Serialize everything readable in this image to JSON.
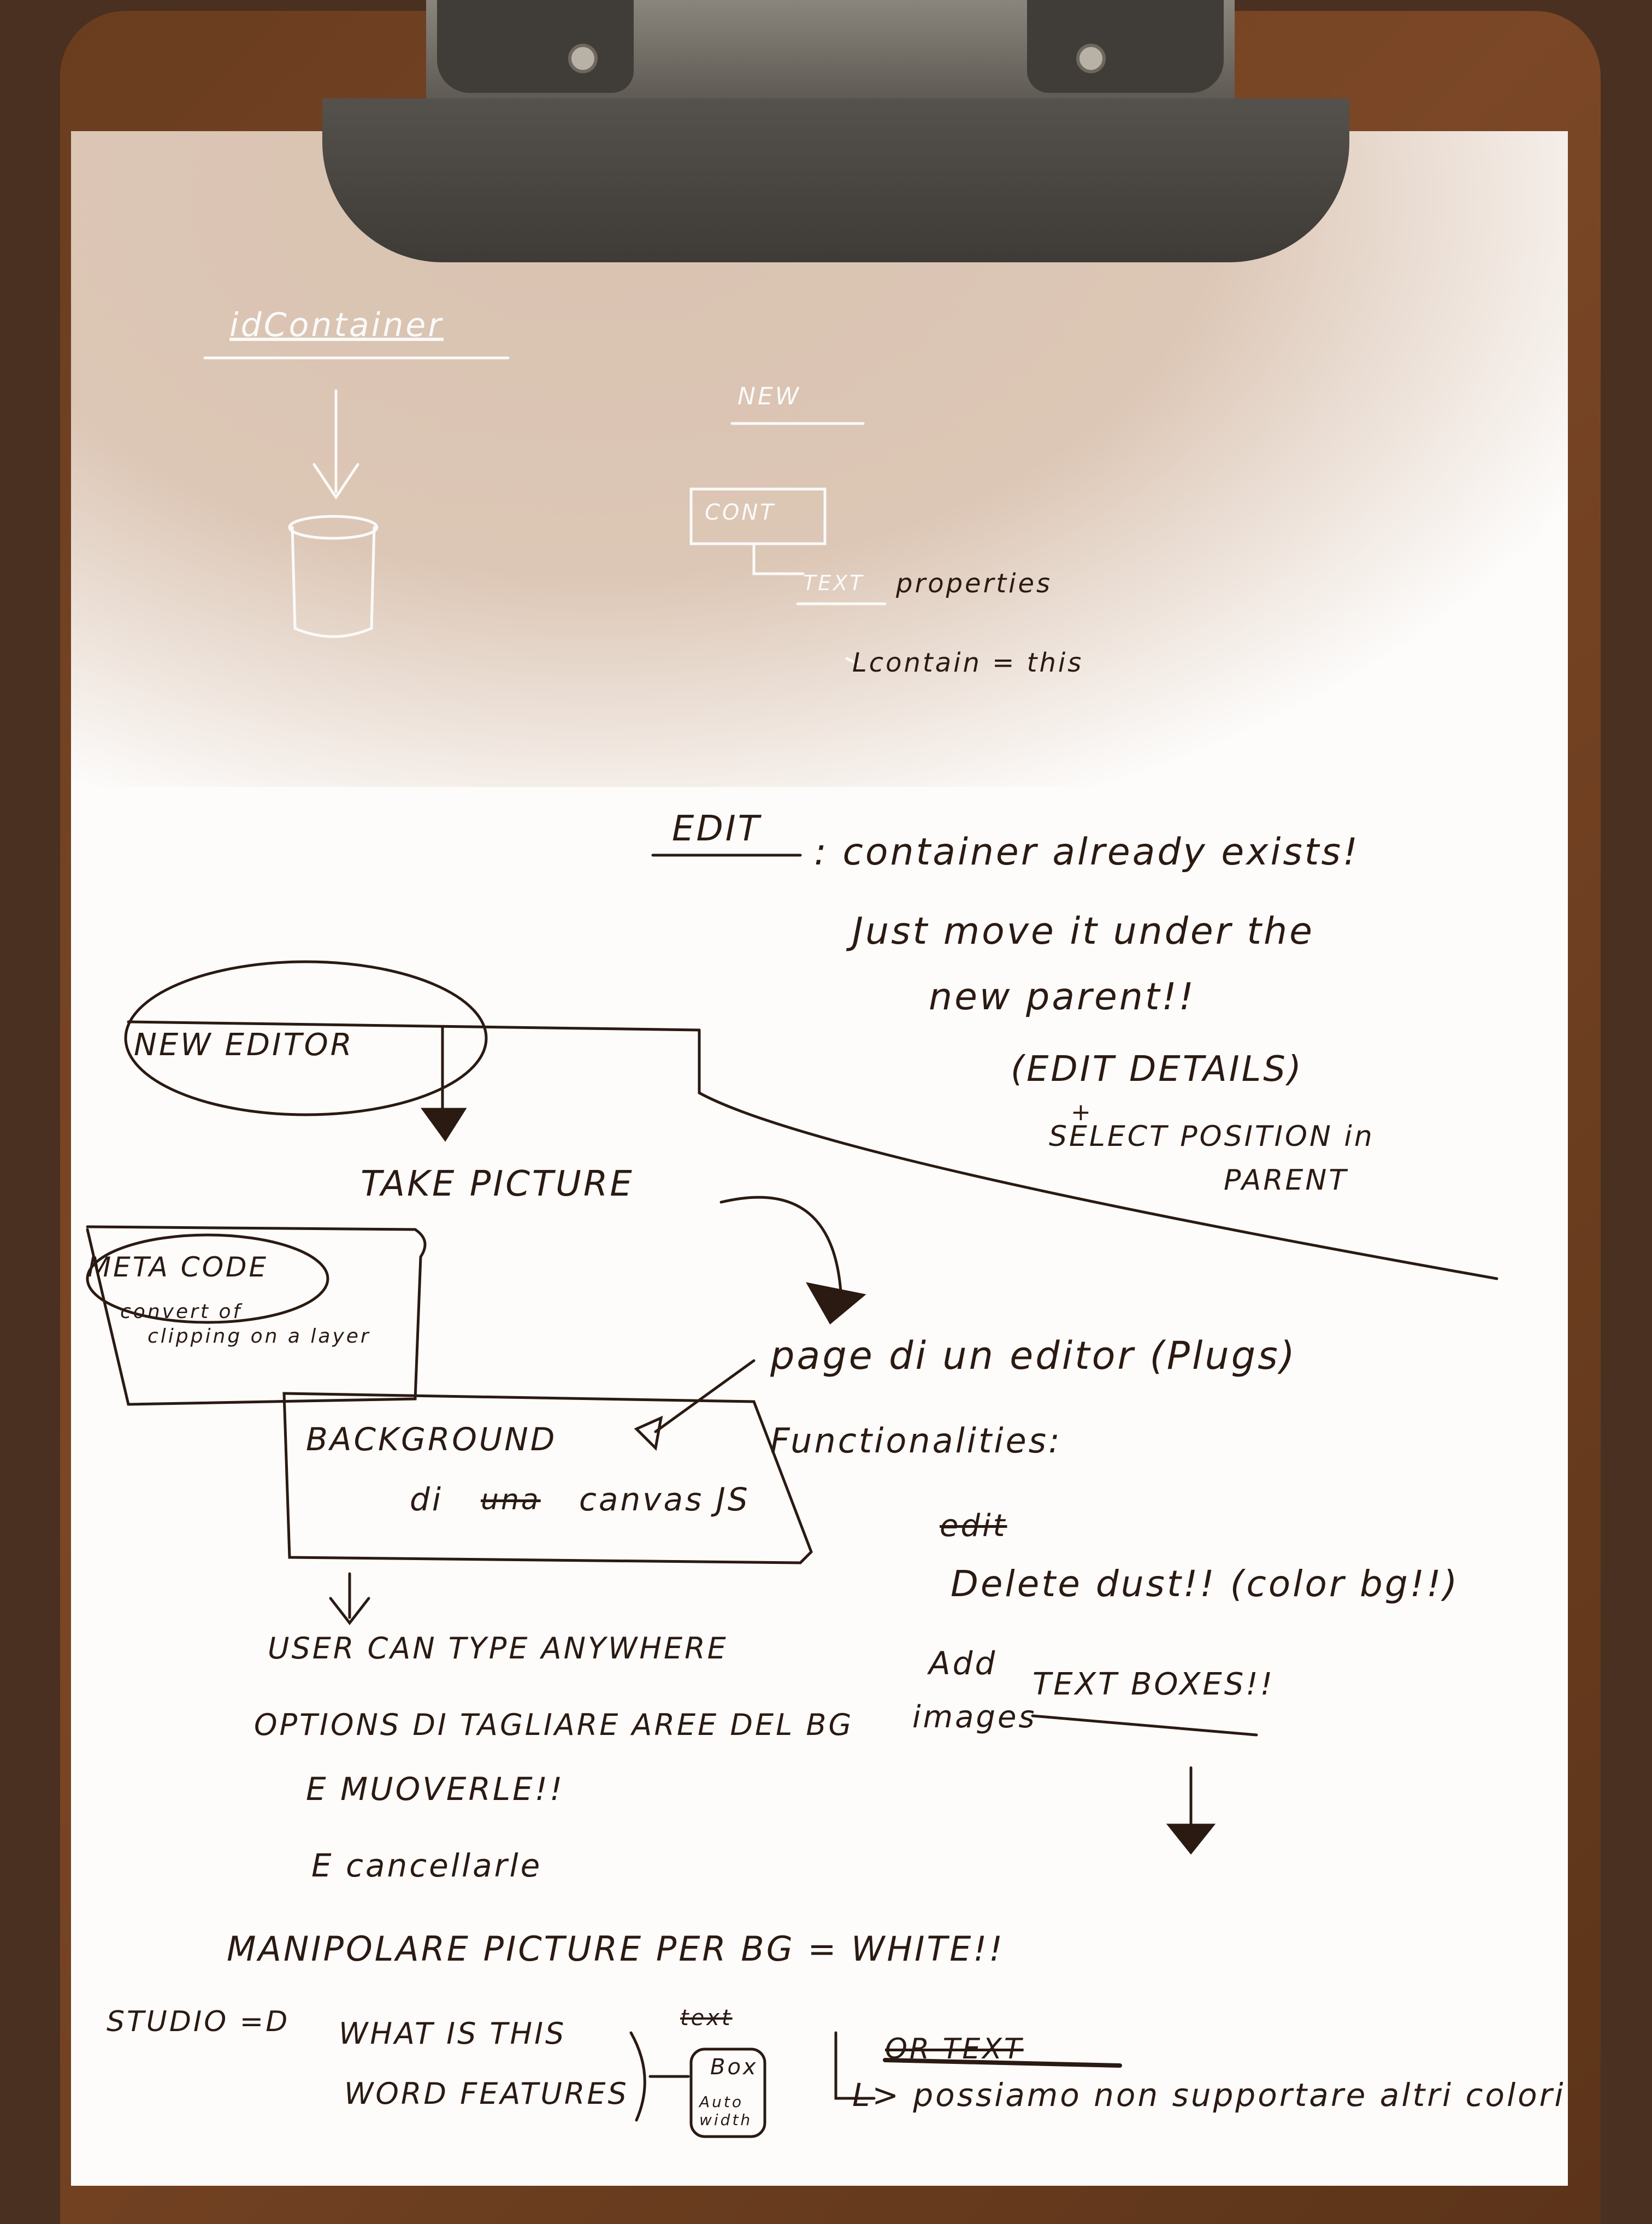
{
  "notes": {
    "title_top": "idContainer",
    "new_label": "NEW",
    "cont_label": "CONT",
    "text_label": "TEXT",
    "properties": "properties",
    "contain_this": "Lcontain = this",
    "edit_label": "EDIT",
    "edit_line1": ": container already exists!",
    "edit_line2": "Just move it under the",
    "edit_line3": "new parent!!",
    "edit_details": "(EDIT DETAILS)",
    "plus": "+",
    "select_position": "SELECT POSITION in",
    "parent": "PARENT",
    "new_editor": "NEW EDITOR",
    "take_picture": "TAKE PICTURE",
    "meta_code": "META CODE",
    "meta_sub1": "convert of",
    "meta_sub2": "clipping on a layer",
    "page_editor": "page di un editor (Plugs)",
    "background": "BACKGROUND",
    "di_prefix": "di",
    "canvas_struck": "una",
    "canvas_js": "canvas JS",
    "functionalities": "Functionalities:",
    "edit_struck": "edit",
    "delete_dust": "Delete dust!! (color bg!!)",
    "add": "Add",
    "text_boxes": "TEXT BOXES!!",
    "images": "images",
    "user_type": "USER CAN TYPE ANYWHERE",
    "options1": "OPTIONS DI TAGLIARE AREE DEL BG",
    "options2": "E MUOVERLE!!",
    "options3": "E cancellarle",
    "manipolare": "MANIPOLARE PICTURE PER BG = WHITE!!",
    "studio": "STUDIO =D",
    "what_is": "WHAT IS THIS",
    "word_features": "WORD FEATURES",
    "box_struck": "text",
    "box": "Box",
    "auto_width": "Auto width",
    "struck_text": "OR TEXT",
    "possiamo": "L> possiamo non supportare altri colori"
  }
}
